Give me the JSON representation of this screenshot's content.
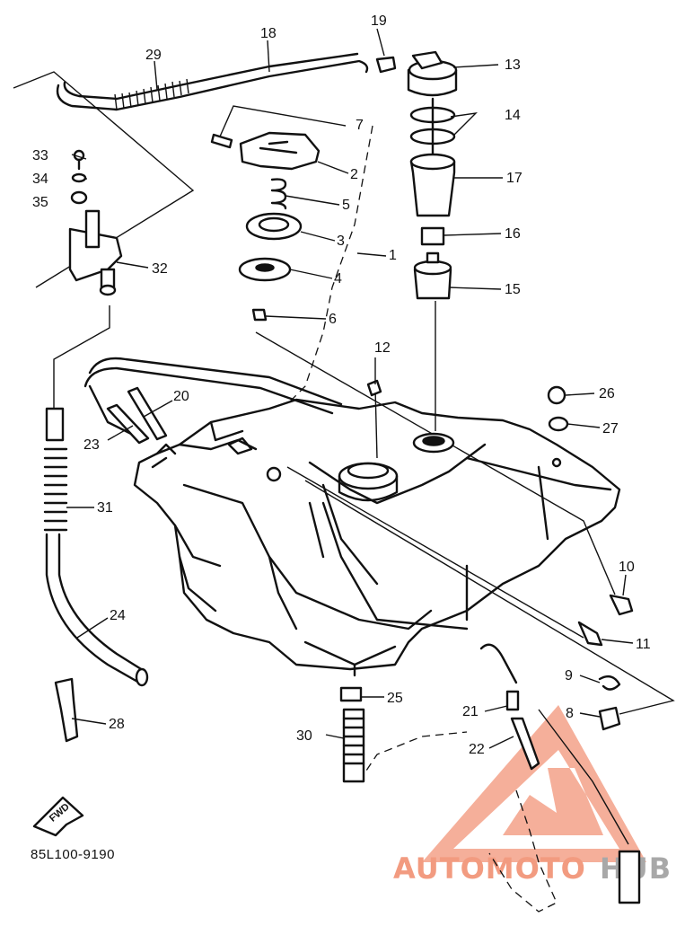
{
  "diagram_code": "85L100-9190",
  "fwd_label": "FWD",
  "callouts": {
    "n1": "1",
    "n2": "2",
    "n3": "3",
    "n4": "4",
    "n5": "5",
    "n6": "6",
    "n7": "7",
    "n8": "8",
    "n9": "9",
    "n10": "10",
    "n11": "11",
    "n12": "12",
    "n13": "13",
    "n14": "14",
    "n15": "15",
    "n16": "16",
    "n17": "17",
    "n18": "18",
    "n19": "19",
    "n20": "20",
    "n21": "21",
    "n22": "22",
    "n23": "23",
    "n24": "24",
    "n25": "25",
    "n26": "26",
    "n27": "27",
    "n28": "28",
    "n29": "29",
    "n30": "30",
    "n31": "31",
    "n32": "32",
    "n33": "33",
    "n34": "34",
    "n35": "35"
  },
  "watermark": {
    "part1": "AUTOMOTO",
    "part2": "HUB",
    "color_primary": "#f08a6a",
    "color_secondary": "#f5c28a",
    "color_gray": "#9a9a9a"
  }
}
